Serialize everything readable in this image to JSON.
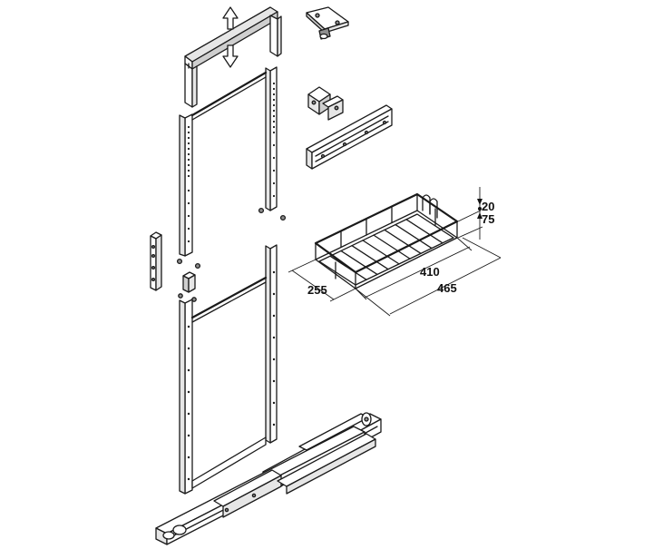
{
  "dimensions": {
    "basket_height_small": "20",
    "basket_height_large": "75",
    "inner_width": "410",
    "outer_width": "465",
    "depth": "255"
  }
}
